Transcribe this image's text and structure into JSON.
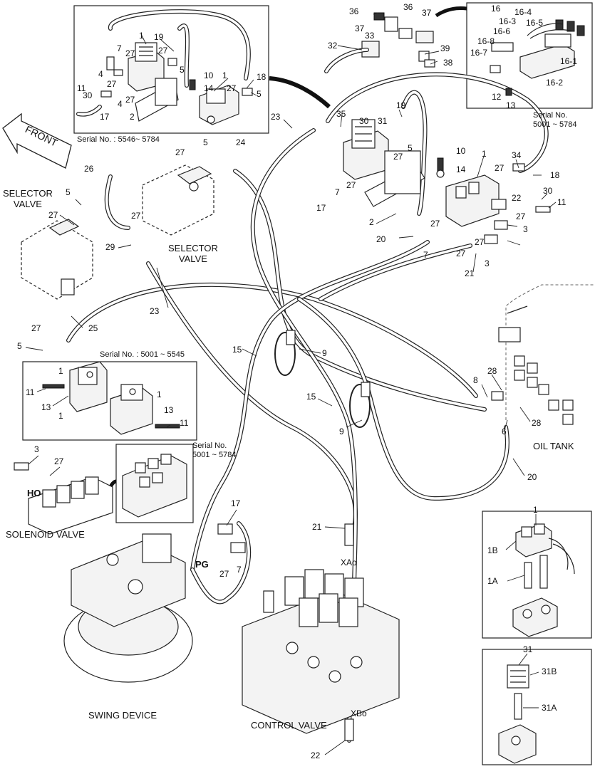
{
  "insets": {
    "top_left_serial": "Serial No. : 5546~ 5784",
    "mid_left_serial": "Serial No. : 5001 ~ 5545",
    "top_right_serial": "Serial No.\n5001 ~ 5784",
    "lower_mid_serial": "Serial No.\n5001 ~ 5784"
  },
  "captions": {
    "front": "FRONT",
    "selector_valve_left": "SELECTOR\nVALVE",
    "selector_valve_center": "SELECTOR\nVALVE",
    "oil_tank": "OIL TANK",
    "solenoid_valve": "SOLENOID VALVE",
    "swing_device": "SWING DEVICE",
    "control_valve": "CONTROL VALVE",
    "port_ho": "HO",
    "port_pg": "PG",
    "port_xao": "XAo",
    "port_xbo": "XBo"
  },
  "callouts": [
    {
      "id": "tl-1",
      "text": "1"
    },
    {
      "id": "tl-19",
      "text": "19"
    },
    {
      "id": "tl-7",
      "text": "7"
    },
    {
      "id": "tl-27a",
      "text": "27"
    },
    {
      "id": "tl-27b",
      "text": "27"
    },
    {
      "id": "tl-5a",
      "text": "5"
    },
    {
      "id": "tl-4a",
      "text": "4"
    },
    {
      "id": "tl-27c",
      "text": "27"
    },
    {
      "id": "tl-11",
      "text": "11"
    },
    {
      "id": "tl-30",
      "text": "30"
    },
    {
      "id": "tl-4b",
      "text": "4"
    },
    {
      "id": "tl-27d",
      "text": "27"
    },
    {
      "id": "tl-17",
      "text": "17"
    },
    {
      "id": "tl-2",
      "text": "2"
    },
    {
      "id": "tl-10",
      "text": "10"
    },
    {
      "id": "tl-1b",
      "text": "1"
    },
    {
      "id": "tl-14",
      "text": "14"
    },
    {
      "id": "tl-27e",
      "text": "27"
    },
    {
      "id": "tl-18",
      "text": "18"
    },
    {
      "id": "tl-5b",
      "text": "5"
    },
    {
      "id": "tr-16",
      "text": "16"
    },
    {
      "id": "tr-16-3",
      "text": "16-3"
    },
    {
      "id": "tr-16-4",
      "text": "16-4"
    },
    {
      "id": "tr-16-5",
      "text": "16-5"
    },
    {
      "id": "tr-16-6",
      "text": "16-6"
    },
    {
      "id": "tr-16-8",
      "text": "16-8"
    },
    {
      "id": "tr-16-7",
      "text": "16-7"
    },
    {
      "id": "tr-16-1",
      "text": "16-1"
    },
    {
      "id": "tr-16-2",
      "text": "16-2"
    },
    {
      "id": "tr-12",
      "text": "12"
    },
    {
      "id": "tr-13",
      "text": "13"
    },
    {
      "id": "m-36a",
      "text": "36"
    },
    {
      "id": "m-36b",
      "text": "36"
    },
    {
      "id": "m-37a",
      "text": "37"
    },
    {
      "id": "m-37b",
      "text": "37"
    },
    {
      "id": "m-33",
      "text": "33"
    },
    {
      "id": "m-32",
      "text": "32"
    },
    {
      "id": "m-39",
      "text": "39"
    },
    {
      "id": "m-38",
      "text": "38"
    },
    {
      "id": "m-23a",
      "text": "23"
    },
    {
      "id": "m-35",
      "text": "35"
    },
    {
      "id": "m-30",
      "text": "30"
    },
    {
      "id": "m-31",
      "text": "31"
    },
    {
      "id": "m-19",
      "text": "19"
    },
    {
      "id": "m-5a",
      "text": "5"
    },
    {
      "id": "m-27a",
      "text": "27"
    },
    {
      "id": "m-27b",
      "text": "27"
    },
    {
      "id": "m-10",
      "text": "10"
    },
    {
      "id": "m-14",
      "text": "14"
    },
    {
      "id": "m-1",
      "text": "1"
    },
    {
      "id": "m-34",
      "text": "34"
    },
    {
      "id": "m-27c",
      "text": "27"
    },
    {
      "id": "m-18",
      "text": "18"
    },
    {
      "id": "m-22",
      "text": "22"
    },
    {
      "id": "m-30b",
      "text": "30"
    },
    {
      "id": "m-11",
      "text": "11"
    },
    {
      "id": "m-27d",
      "text": "27"
    },
    {
      "id": "m-3a",
      "text": "3"
    },
    {
      "id": "m-27e",
      "text": "27"
    },
    {
      "id": "m-3b",
      "text": "3"
    },
    {
      "id": "m-21",
      "text": "21"
    },
    {
      "id": "m-27f",
      "text": "27"
    },
    {
      "id": "m-7a",
      "text": "7"
    },
    {
      "id": "m-7b",
      "text": "7"
    },
    {
      "id": "m-17",
      "text": "17"
    },
    {
      "id": "m-2",
      "text": "2"
    },
    {
      "id": "m-20",
      "text": "20"
    },
    {
      "id": "m-27g",
      "text": "27"
    },
    {
      "id": "s-27",
      "text": "27"
    },
    {
      "id": "s-5",
      "text": "5"
    },
    {
      "id": "s-24",
      "text": "24"
    },
    {
      "id": "s-26",
      "text": "26"
    },
    {
      "id": "s-5b",
      "text": "5"
    },
    {
      "id": "s-27b",
      "text": "27"
    },
    {
      "id": "s-27c",
      "text": "27"
    },
    {
      "id": "s-29",
      "text": "29"
    },
    {
      "id": "s-23",
      "text": "23"
    },
    {
      "id": "s-25",
      "text": "25"
    },
    {
      "id": "s-27d",
      "text": "27"
    },
    {
      "id": "s-5c",
      "text": "5"
    },
    {
      "id": "c-15a",
      "text": "15"
    },
    {
      "id": "c-9a",
      "text": "9"
    },
    {
      "id": "c-15b",
      "text": "15"
    },
    {
      "id": "c-9b",
      "text": "9"
    },
    {
      "id": "t-8",
      "text": "8"
    },
    {
      "id": "t-28a",
      "text": "28"
    },
    {
      "id": "t-28b",
      "text": "28"
    },
    {
      "id": "t-6",
      "text": "6"
    },
    {
      "id": "t-20",
      "text": "20"
    },
    {
      "id": "ml-11",
      "text": "11"
    },
    {
      "id": "ml-1a",
      "text": "1"
    },
    {
      "id": "ml-13a",
      "text": "13"
    },
    {
      "id": "ml-1b",
      "text": "1"
    },
    {
      "id": "ml-13b",
      "text": "13"
    },
    {
      "id": "ml-11b",
      "text": "11"
    },
    {
      "id": "ml-1c",
      "text": "1"
    },
    {
      "id": "sv-3",
      "text": "3"
    },
    {
      "id": "sv-27",
      "text": "27"
    },
    {
      "id": "pg-17",
      "text": "17"
    },
    {
      "id": "pg-27",
      "text": "27"
    },
    {
      "id": "pg-7",
      "text": "7"
    },
    {
      "id": "cv-21",
      "text": "21"
    },
    {
      "id": "cv-22",
      "text": "22"
    },
    {
      "id": "br-1",
      "text": "1"
    },
    {
      "id": "br-1B",
      "text": "1B"
    },
    {
      "id": "br-1A",
      "text": "1A"
    },
    {
      "id": "br2-31",
      "text": "31"
    },
    {
      "id": "br2-31B",
      "text": "31B"
    },
    {
      "id": "br2-31A",
      "text": "31A"
    }
  ]
}
